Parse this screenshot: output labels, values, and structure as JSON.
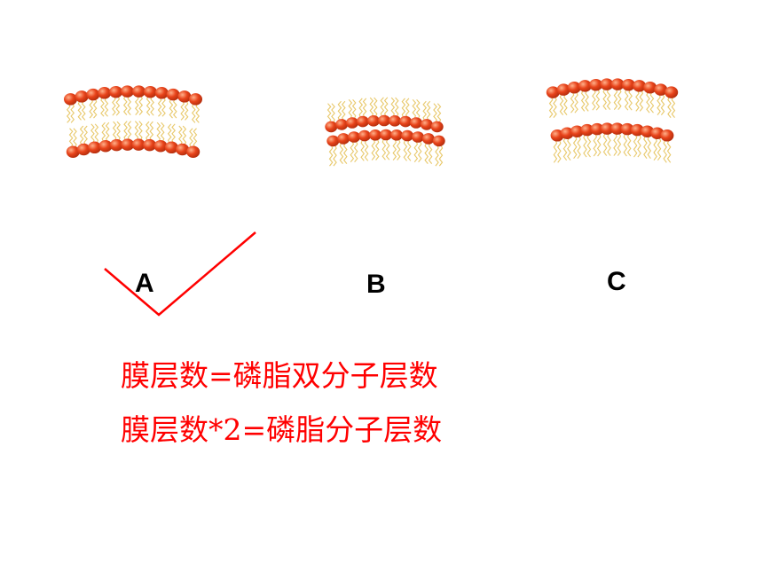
{
  "options": [
    {
      "id": "A",
      "label": "A",
      "structure": "single phospholipid bilayer"
    },
    {
      "id": "B",
      "label": "B",
      "structure": "inverted double bilayer"
    },
    {
      "id": "C",
      "label": "C",
      "structure": "stacked head rows"
    }
  ],
  "marked_option": "A",
  "formulas": [
    "膜层数=磷脂双分子层数",
    "膜层数*2=磷脂分子层数"
  ],
  "colors": {
    "head": "#e8431a",
    "head_highlight": "#ffb08a",
    "tail": "#e5c25a",
    "check": "#ff0000",
    "formula": "#ff0000"
  }
}
